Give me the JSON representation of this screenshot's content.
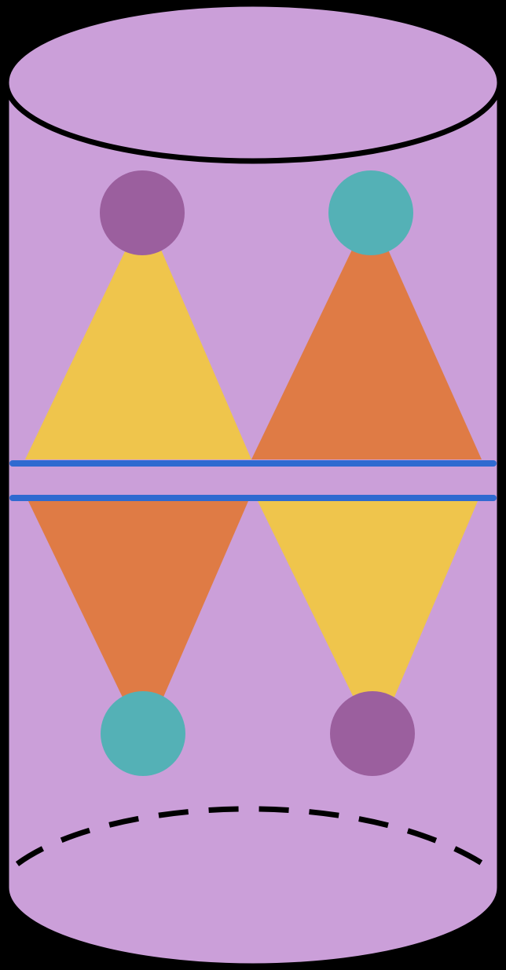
{
  "colors": {
    "background": "#000000",
    "cylinder_fill": "#cb9fd9",
    "outline": "#000000",
    "yellow_cone": "#efc54c",
    "orange_cone": "#df7b45",
    "purple_node": "#9b5f9e",
    "teal_node": "#54b1b6",
    "band_line": "#2f6ad0"
  },
  "elements": {
    "cylinder": {
      "shape": "cylinder",
      "bottom_rim_hidden_edge": "dashed"
    },
    "left_upper_node": {
      "shape": "circle",
      "color": "purple_node"
    },
    "right_upper_node": {
      "shape": "circle",
      "color": "teal_node"
    },
    "left_lower_node": {
      "shape": "circle",
      "color": "teal_node"
    },
    "right_lower_node": {
      "shape": "circle",
      "color": "purple_node"
    },
    "left_upper_cone": {
      "shape": "triangle",
      "color": "yellow_cone"
    },
    "right_upper_cone": {
      "shape": "triangle",
      "color": "orange_cone"
    },
    "left_lower_cone": {
      "shape": "triangle",
      "color": "orange_cone"
    },
    "right_lower_cone": {
      "shape": "triangle",
      "color": "yellow_cone"
    },
    "bands": {
      "count": 2,
      "color": "band_line"
    }
  }
}
